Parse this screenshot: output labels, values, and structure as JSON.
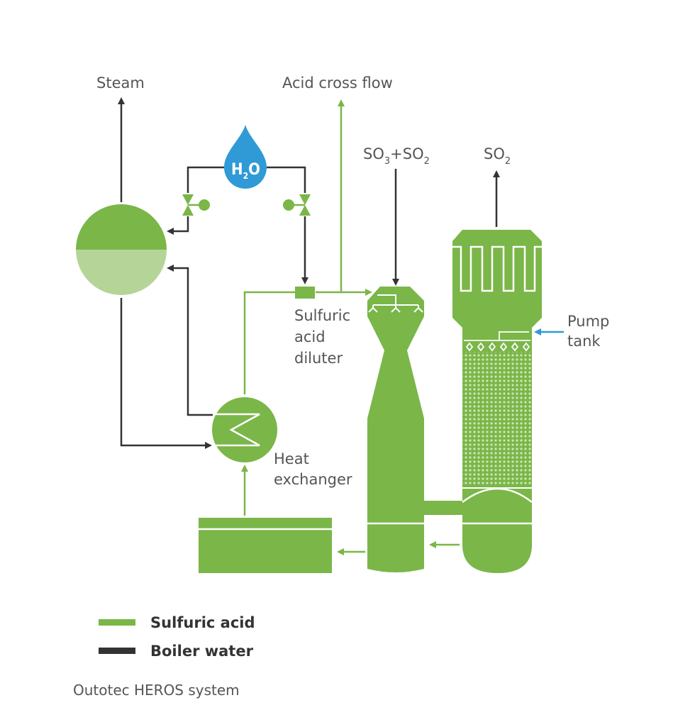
{
  "diagram": {
    "title": "Outotec HEROS system",
    "colors": {
      "acid": "#7ab648",
      "acid_light": "#b4d597",
      "boiler_water": "#333333",
      "water": "#2f9ad6",
      "label": "#555555"
    },
    "labels": {
      "steam": "Steam",
      "acid_cross_flow": "Acid cross flow",
      "so3_so2": {
        "a": "SO",
        "a_sub": "3",
        "plus": "+SO",
        "b_sub": "2"
      },
      "so2": {
        "a": "SO",
        "a_sub": "2"
      },
      "water": {
        "h": "H",
        "sub": "2",
        "o": "O"
      },
      "pump_tank": [
        "Pump",
        "tank"
      ],
      "diluter": [
        "Sulfuric",
        "acid",
        "diluter"
      ],
      "heat_exchanger": [
        "Heat",
        "exchanger"
      ]
    },
    "legend": [
      {
        "label": "Sulfuric acid",
        "color": "#7ab648"
      },
      {
        "label": "Boiler water",
        "color": "#333333"
      }
    ],
    "components": [
      "steam-drum",
      "water-drop",
      "valve-left",
      "valve-right",
      "acid-diluter",
      "heat-exchanger",
      "venturi-absorber",
      "packed-tower",
      "pump-tank",
      "acid-tank"
    ]
  }
}
